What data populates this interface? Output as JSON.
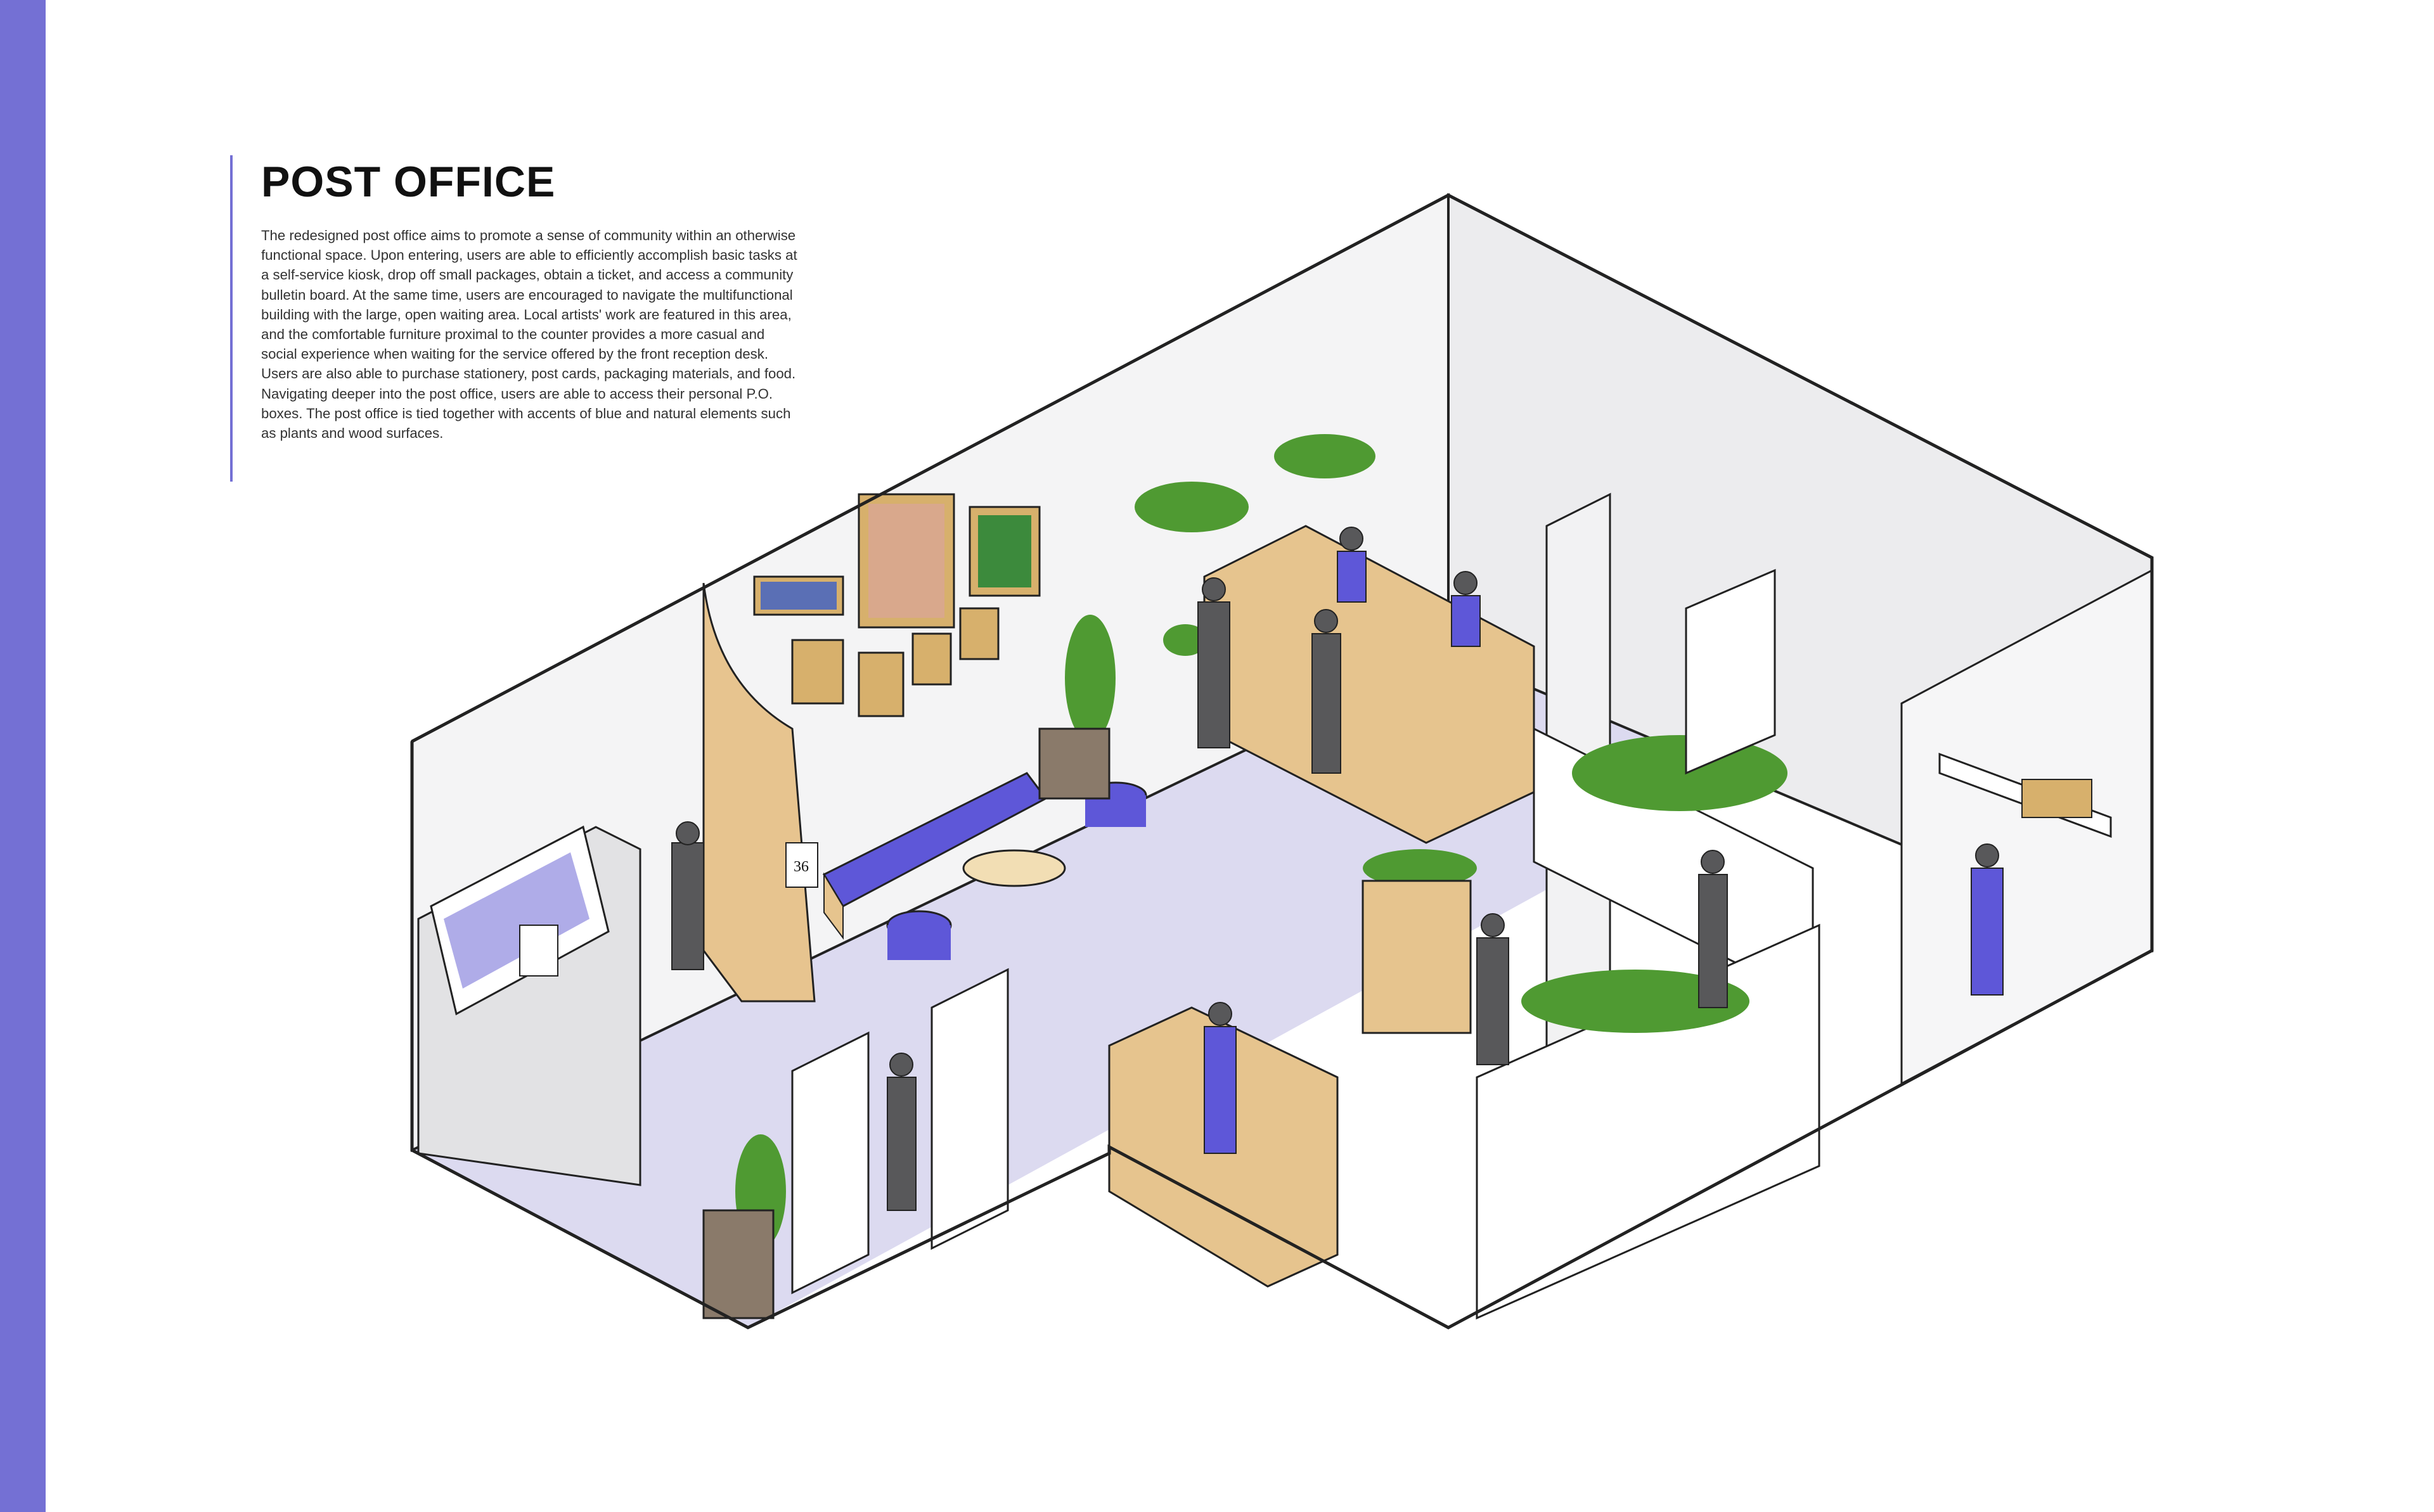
{
  "colors": {
    "accent": "#7470d4",
    "floor": "#dcdaf0",
    "wall": "#f4f4f5",
    "wood": "#e6c48e",
    "plant": "#4f9a32",
    "figure": "#58585a",
    "staff_shirt": "#5e57d8"
  },
  "title": "POST OFFICE",
  "description": "The redesigned post office aims to promote a sense of community within an otherwise functional space. Upon entering, users are able to efficiently accomplish basic tasks at a self-service kiosk, drop off small packages, obtain a ticket, and access a community bulletin board. At the same time, users are encouraged to navigate the multifunctional building with the large, open waiting area. Local artists' work are featured in this area, and the comfortable furniture proximal to the counter provides a more casual and social experience when waiting for the service offered by the front reception desk. Users are also able to purchase stationery, post cards, packaging materials, and food. Navigating deeper into the post office, users are able to access their personal P.O. boxes. The post office is tied together with accents of blue and natural elements such as plants and wood surfaces.",
  "ticket_number": "36"
}
